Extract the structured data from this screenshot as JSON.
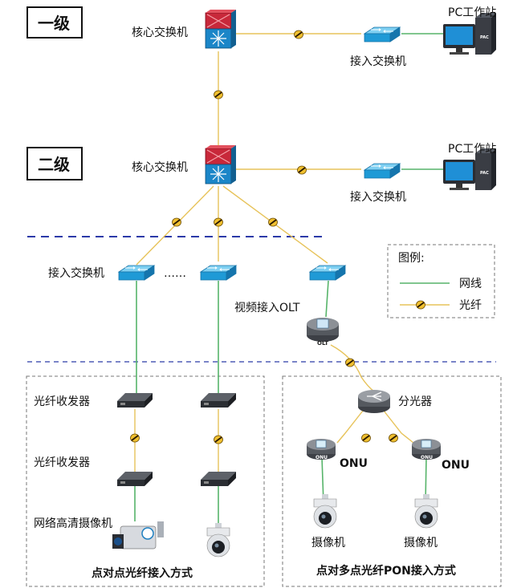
{
  "levels": {
    "level1": "一级",
    "level2": "二级"
  },
  "labels": {
    "core_switch_1": "核心交换机",
    "core_switch_2": "核心交换机",
    "access_switch_top1": "接入交换机",
    "access_switch_top2": "接入交换机",
    "pc_station_1": "PC工作站",
    "pc_station_2": "PC工作站",
    "access_switch_left": "接入交换机",
    "ellipsis": "……",
    "video_olt": "视频接入OLT",
    "olt_badge": "OLT",
    "fiber_transceiver_1": "光纤收发器",
    "fiber_transceiver_2": "光纤收发器",
    "hd_camera": "网络高清摄像机",
    "splitter": "分光器",
    "onu_left": "ONU",
    "onu_right": "ONU",
    "onu_badge_left": "ONU",
    "onu_badge_right": "ONU",
    "camera_left": "摄像机",
    "camera_right": "摄像机",
    "caption_p2p": "点对点光纤接入方式",
    "caption_p2mp": "点对多点光纤PON接入方式"
  },
  "legend": {
    "title": "图例:",
    "net_label": "网线",
    "fiber_label": "光纤"
  },
  "colors": {
    "fiber": "#e7c35a",
    "network": "#57b46a",
    "divider": "#2b3aa8",
    "core_red": "#c8283a",
    "core_blue": "#1b86c8",
    "access_blue": "#1f9ad6"
  },
  "icons": {
    "core_switch": "core-switch-icon",
    "access_switch": "access-switch-icon",
    "pc": "pc-workstation-icon",
    "olt": "olt-icon",
    "transceiver": "fiber-transceiver-icon",
    "splitter": "splitter-icon",
    "onu": "onu-icon",
    "camera": "camera-icon",
    "fiber_marker": "fiber-marker-icon"
  }
}
